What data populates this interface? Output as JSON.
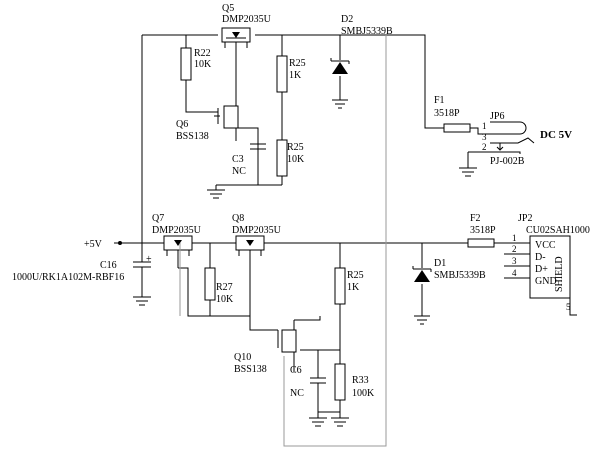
{
  "components": {
    "q5": {
      "ref": "Q5",
      "value": "DMP2035U"
    },
    "d2": {
      "ref": "D2",
      "value": "SMBJ5339B"
    },
    "r22": {
      "ref": "R22",
      "value": "10K"
    },
    "r25_top": {
      "ref": "R25",
      "value": "1K"
    },
    "q6": {
      "ref": "Q6",
      "value": "BSS138"
    },
    "c3": {
      "ref": "C3",
      "value": "NC"
    },
    "r25_mid": {
      "ref": "R25",
      "value": "10K"
    },
    "f1": {
      "ref": "F1",
      "value": "3518P"
    },
    "jp6": {
      "ref": "JP6",
      "value": "PJ-002B",
      "pins": [
        "1",
        "3",
        "2"
      ],
      "label": "DC 5V"
    },
    "q7": {
      "ref": "Q7",
      "value": "DMP2035U"
    },
    "q8": {
      "ref": "Q8",
      "value": "DMP2035U"
    },
    "c16": {
      "ref": "C16",
      "value": "1000U/RK1A102M-RBF16"
    },
    "r27": {
      "ref": "R27",
      "value": "10K"
    },
    "r25_bot": {
      "ref": "R25",
      "value": "1K"
    },
    "d1": {
      "ref": "D1",
      "value": "SMBJ5339B"
    },
    "f2": {
      "ref": "F2",
      "value": "3518P"
    },
    "jp2": {
      "ref": "JP2",
      "value": "CU02SAH1000",
      "pins": [
        "1",
        "2",
        "3",
        "4",
        "5"
      ],
      "pin_names": [
        "VCC",
        "D-",
        "D+",
        "GND"
      ],
      "shield": "SHIELD"
    },
    "q10": {
      "ref": "Q10",
      "value": "BSS138"
    },
    "c6": {
      "ref": "C6",
      "value": "NC"
    },
    "r33": {
      "ref": "R33",
      "value": "100K"
    }
  },
  "nets": {
    "vin": "+5V"
  },
  "colors": {
    "wire": "#000000",
    "frame": "#9a9a9a"
  }
}
